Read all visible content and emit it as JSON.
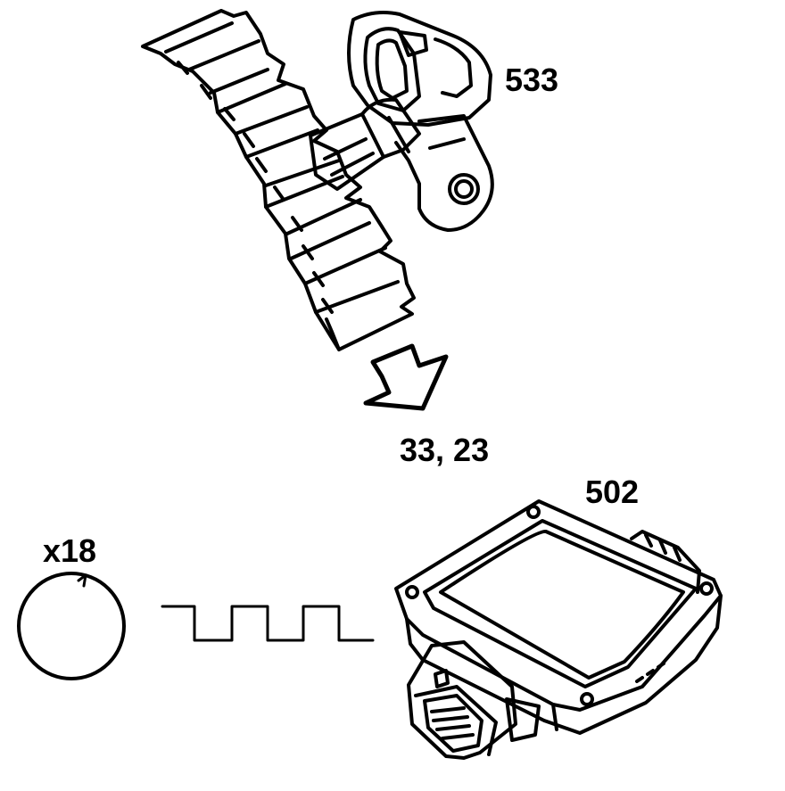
{
  "labels": {
    "sensor": "533",
    "pins": "33, 23",
    "module": "502",
    "teeth": "x18"
  },
  "icons": {
    "sensor": "crankshaft-position-sensor-icon",
    "module": "control-module-icon",
    "signal": "square-wave-signal-icon",
    "wheel": "reluctor-ring-icon",
    "arrow": "signal-direction-arrow-icon"
  },
  "colors": {
    "line": "#000000",
    "background": "#ffffff"
  }
}
